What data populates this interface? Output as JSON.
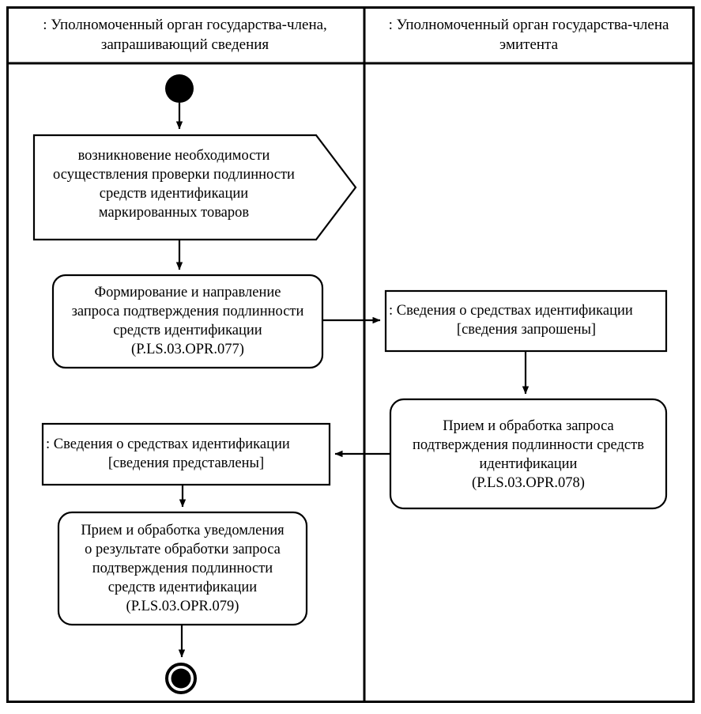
{
  "diagram": {
    "type": "uml-activity-swimlane",
    "language": "ru",
    "background_color": "#ffffff",
    "line_color": "#000000"
  },
  "lanes": [
    {
      "id": "lane-requesting-authority",
      "title_line_1": ": Уполномоченный орган государства-члена,",
      "title_line_2": "запрашивающий сведения"
    },
    {
      "id": "lane-issuing-authority",
      "title_line_1": ": Уполномоченный орган государства-члена",
      "title_line_2": "эмитента"
    }
  ],
  "nodes": {
    "start_node": {
      "shape": "initial-node",
      "label": ""
    },
    "signal_receipt": {
      "shape": "signal-receipt-pentagon",
      "lines": [
        "возникновение необходимости",
        "осуществления проверки подлинности",
        "средств идентификации",
        "маркированных товаров"
      ]
    },
    "activity_077": {
      "shape": "activity-rounded-rect",
      "lines": [
        "Формирование и направление",
        "запроса подтверждения подлинности",
        "средств идентификации",
        "(P.LS.03.OPR.077)"
      ],
      "code": "P.LS.03.OPR.077"
    },
    "object_requested": {
      "shape": "object-node-rect",
      "lines": [
        ": Сведения о средствах идентификации",
        "[сведения запрошены]"
      ],
      "state": "[сведения запрошены]"
    },
    "activity_078": {
      "shape": "activity-rounded-rect",
      "lines": [
        "Прием и обработка запроса",
        "подтверждения подлинности средств",
        "идентификации",
        "(P.LS.03.OPR.078)"
      ],
      "code": "P.LS.03.OPR.078"
    },
    "object_provided": {
      "shape": "object-node-rect",
      "lines": [
        ": Сведения о средствах идентификации",
        "[сведения представлены]"
      ],
      "state": "[сведения представлены]"
    },
    "activity_079": {
      "shape": "activity-rounded-rect",
      "lines": [
        "Прием и обработка уведомления",
        "о результате обработки запроса",
        "подтверждения подлинности",
        "средств идентификации",
        "(P.LS.03.OPR.079)"
      ],
      "code": "P.LS.03.OPR.079"
    },
    "end_node": {
      "shape": "final-node",
      "label": ""
    }
  }
}
